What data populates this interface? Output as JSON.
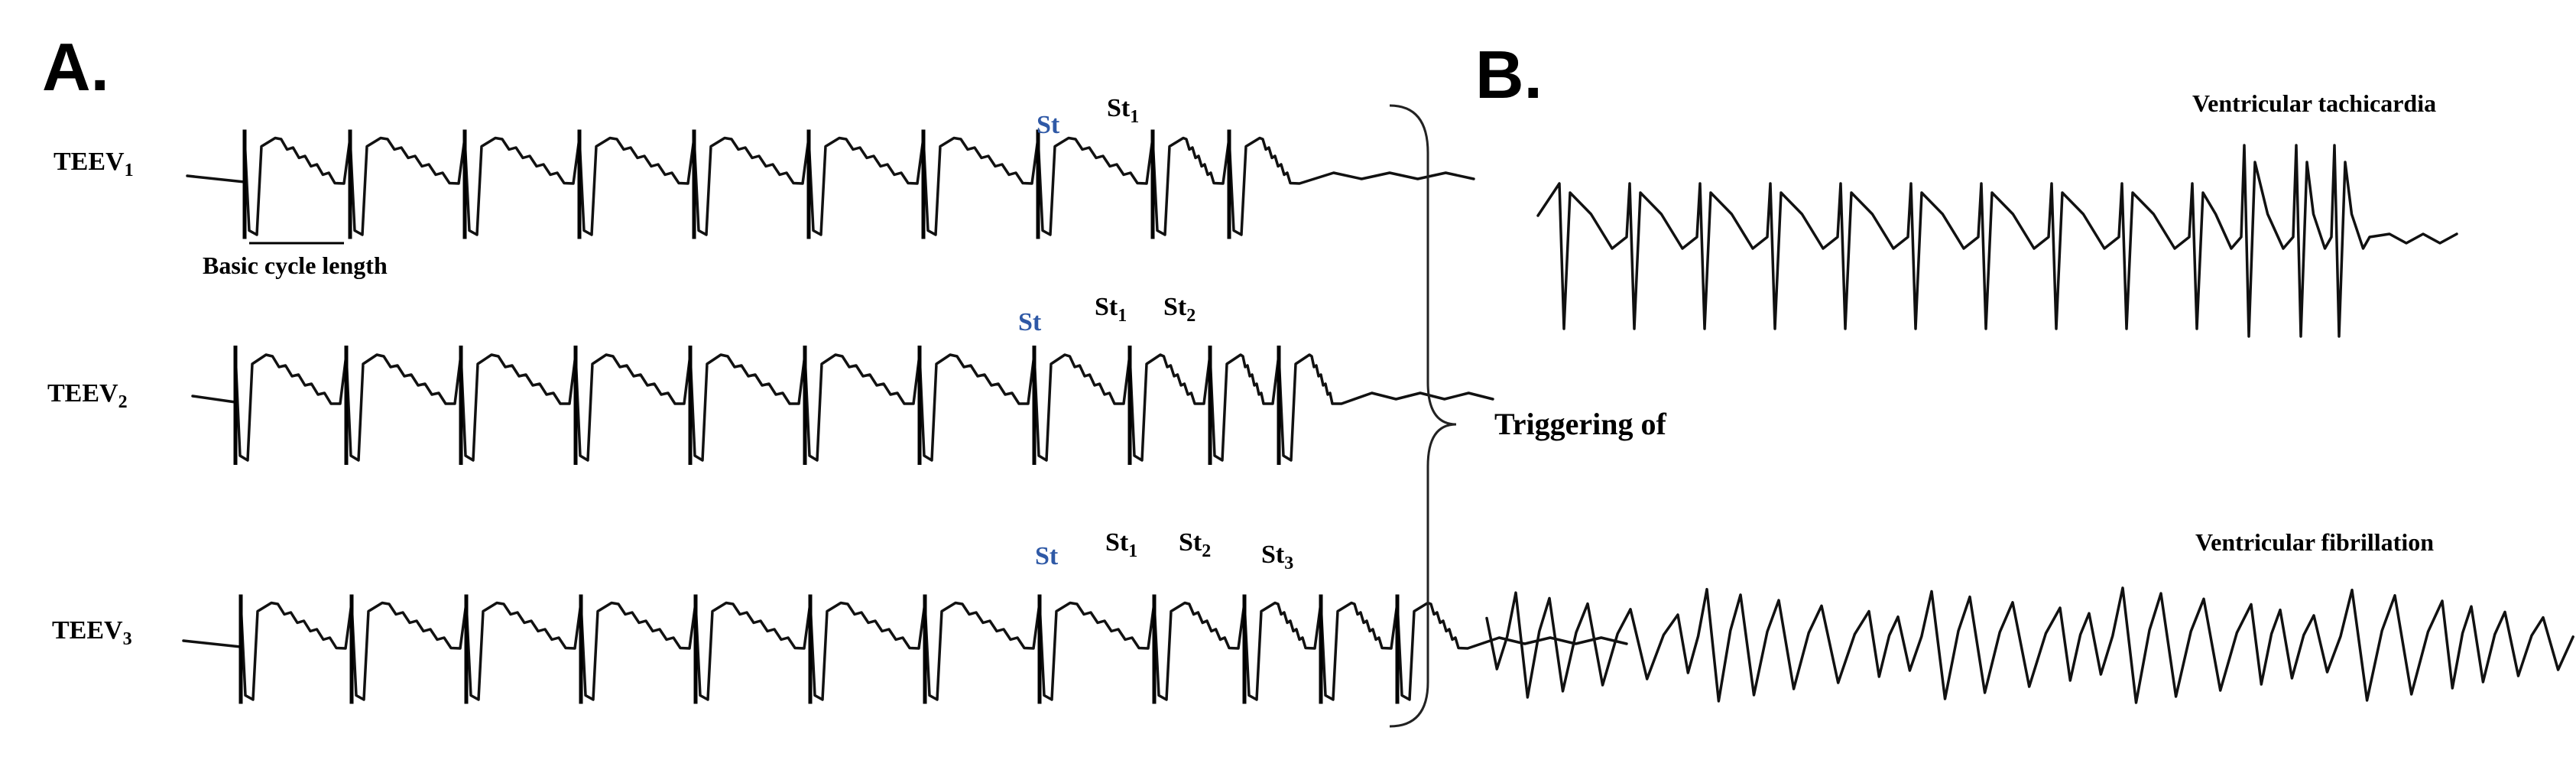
{
  "panel_a": {
    "label": "A.",
    "calibration_label": "Basic cycle length",
    "stim_color": "#2f59a6",
    "extra_color": "#000000",
    "traces": [
      {
        "lead": "TEEV",
        "lead_sub": "1",
        "markers": [
          {
            "text": "St",
            "sub": "",
            "kind": "stim"
          },
          {
            "text": "St",
            "sub": "1",
            "kind": "extra"
          }
        ]
      },
      {
        "lead": "TEEV",
        "lead_sub": "2",
        "markers": [
          {
            "text": "St",
            "sub": "",
            "kind": "stim"
          },
          {
            "text": "St",
            "sub": "1",
            "kind": "extra"
          },
          {
            "text": "St",
            "sub": "2",
            "kind": "extra"
          }
        ]
      },
      {
        "lead": "TEEV",
        "lead_sub": "3",
        "markers": [
          {
            "text": "St",
            "sub": "",
            "kind": "stim"
          },
          {
            "text": "St",
            "sub": "1",
            "kind": "extra"
          },
          {
            "text": "St",
            "sub": "2",
            "kind": "extra"
          },
          {
            "text": "St",
            "sub": "3",
            "kind": "extra"
          }
        ]
      }
    ]
  },
  "triggering_label": "Triggering of",
  "panel_b": {
    "label": "B.",
    "vt_label": "Ventricular tachicardia",
    "vf_label": "Ventricular fibrillation"
  }
}
